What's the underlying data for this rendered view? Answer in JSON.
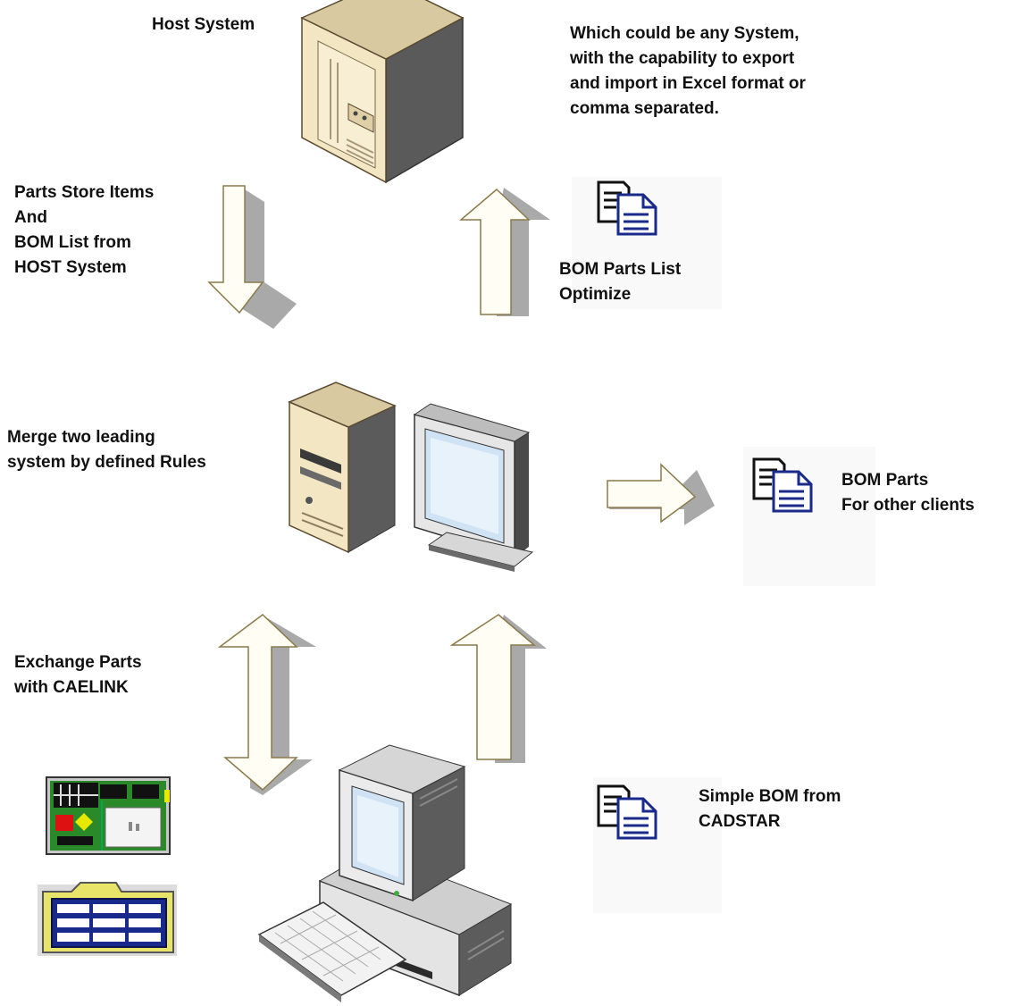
{
  "labels": {
    "host_system": "Host System",
    "host_note": "Which could be any System,\nwith the capability to export\nand import in Excel format or\ncomma separated.",
    "parts_store": "Parts Store Items\nAnd\nBOM List from\nHOST System",
    "bom_optimize": "BOM Parts List\nOptimize",
    "merge": "Merge two leading\nsystem by defined Rules",
    "bom_other": "BOM Parts\nFor other clients",
    "exchange": "Exchange Parts\nwith CAELINK",
    "simple_bom": "Simple BOM from\nCADSTAR"
  },
  "colors": {
    "arrow_fill": "#fffdf4",
    "arrow_shadow": "#a9a9a9",
    "server_beige": "#f3e6c3",
    "doc_blue": "#1a2a8c",
    "text": "#111111"
  },
  "icons": [
    "server-tower-icon",
    "desktop-workstation-icon",
    "document-copy-icon",
    "pcb-board-icon",
    "folder-table-icon",
    "computer-keyboard-icon"
  ]
}
